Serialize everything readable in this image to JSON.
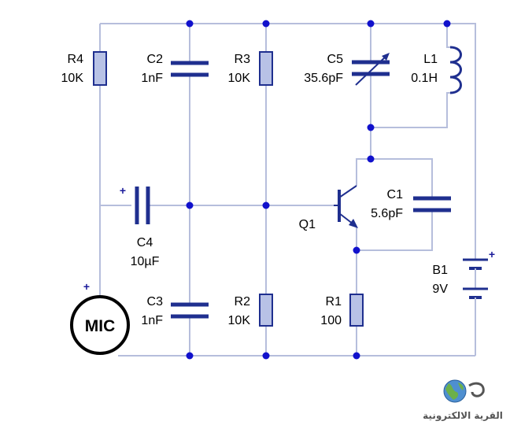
{
  "components": {
    "r4": {
      "name": "R4",
      "value": "10K"
    },
    "c2": {
      "name": "C2",
      "value": "1nF"
    },
    "r3": {
      "name": "R3",
      "value": "10K"
    },
    "c5": {
      "name": "C5",
      "value": "35.6pF"
    },
    "l1": {
      "name": "L1",
      "value": "0.1H"
    },
    "c1": {
      "name": "C1",
      "value": "5.6pF"
    },
    "q1": {
      "name": "Q1"
    },
    "c4": {
      "name": "C4",
      "value": "10µF"
    },
    "c3": {
      "name": "C3",
      "value": "1nF"
    },
    "r2": {
      "name": "R2",
      "value": "10K"
    },
    "r1": {
      "name": "R1",
      "value": "100"
    },
    "b1": {
      "name": "B1",
      "value": "9V"
    },
    "mic": {
      "label": "MIC"
    }
  },
  "polarity": {
    "plus": "+"
  },
  "watermark": {
    "text": "القرية الالكترونية"
  },
  "colors": {
    "wire": "#b6bedc",
    "component": "#1f2f8f",
    "resistor_fill": "#b8c2e6",
    "junction": "#1111cc"
  }
}
